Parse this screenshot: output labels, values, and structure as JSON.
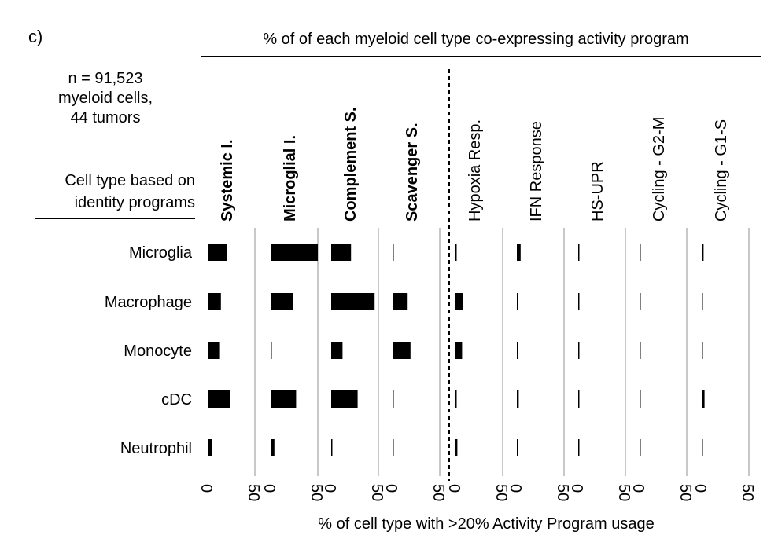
{
  "chart_data": {
    "type": "bar",
    "panel_label": "c)",
    "title": "% of of each myeloid cell type co-expressing activity program",
    "info_lines": [
      "n =  91,523",
      "myeloid cells,",
      "44 tumors"
    ],
    "row_header_lines": [
      "Cell type based on",
      "identity programs"
    ],
    "xlabel": "% of cell type with >20% Activity Program usage",
    "categories": [
      "Microglia",
      "Macrophage",
      "Monocyte",
      "cDC",
      "Neutrophil"
    ],
    "x_ticks": [
      "0",
      "50"
    ],
    "xlim": [
      0,
      60
    ],
    "series": [
      {
        "name": "Systemic I.",
        "bold": true,
        "values": [
          20,
          14,
          13,
          24,
          5
        ]
      },
      {
        "name": "Microglial I.",
        "bold": true,
        "values": [
          50,
          24,
          1,
          27,
          4
        ]
      },
      {
        "name": "Complement S.",
        "bold": true,
        "values": [
          21,
          46,
          12,
          28,
          1
        ]
      },
      {
        "name": "Scavenger S.",
        "bold": true,
        "values": [
          1,
          16,
          19,
          1,
          0.5
        ]
      },
      {
        "name": "Hypoxia Resp.",
        "bold": false,
        "values": [
          1,
          8,
          7,
          1,
          2
        ]
      },
      {
        "name": "IFN Response",
        "bold": false,
        "values": [
          4,
          1,
          0.5,
          2,
          1
        ]
      },
      {
        "name": "HS-UPR",
        "bold": false,
        "values": [
          1,
          0.5,
          1,
          0.5,
          0
        ]
      },
      {
        "name": "Cycling - G2-M",
        "bold": false,
        "values": [
          0.5,
          0.5,
          0.5,
          0.5,
          0
        ]
      },
      {
        "name": "Cycling - G1-S",
        "bold": false,
        "values": [
          2,
          1,
          1,
          3,
          0
        ]
      }
    ],
    "bar_color": "#000000",
    "grid_color": "#c8c8c8",
    "divider_after_series": 4
  }
}
